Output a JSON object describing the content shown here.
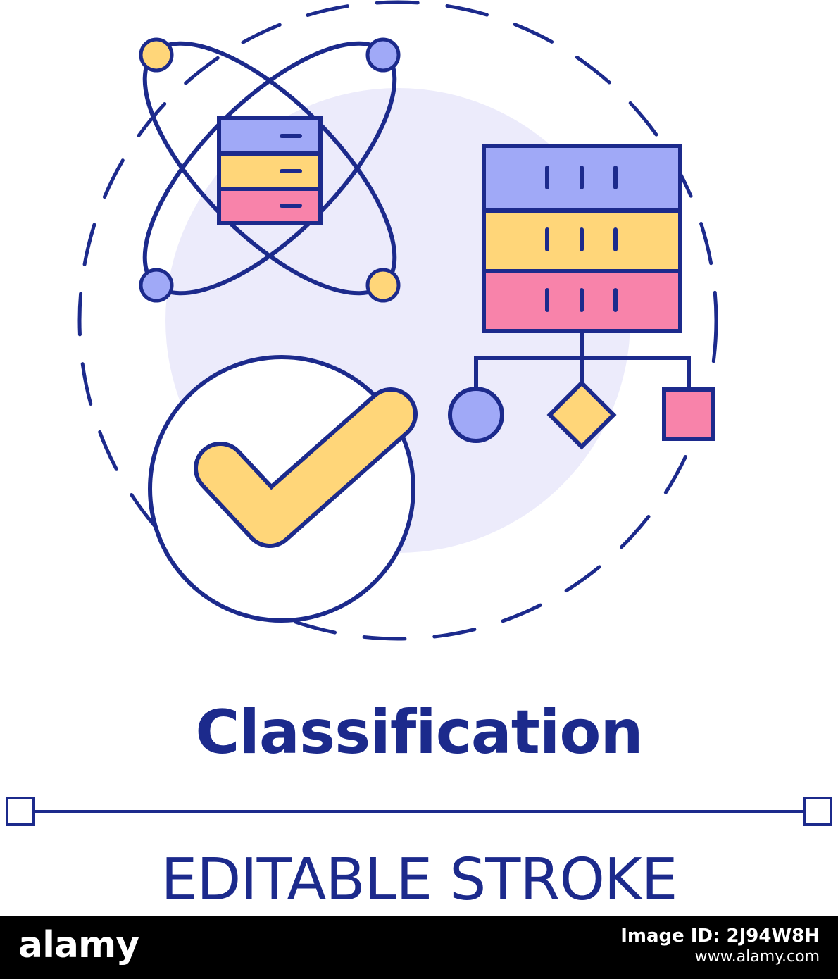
{
  "title": "Classification",
  "subtitle": "EDITABLE STROKE",
  "footer": {
    "logo": "alamy",
    "image_id_label": "Image ID: 2J94W8H",
    "site": "www.alamy.com"
  },
  "colors": {
    "stroke": "#1c2a8c",
    "blue": "#a0a9f7",
    "yellow": "#ffd679",
    "pink": "#f883aa",
    "background_circle": "#ecebfb"
  },
  "icons": [
    "atom-icon",
    "server-rack-icon",
    "checkmark-circle-icon",
    "hierarchy-icon"
  ]
}
